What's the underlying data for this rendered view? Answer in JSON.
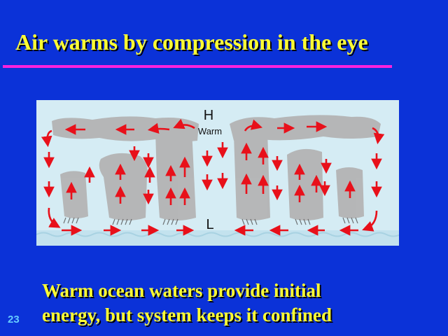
{
  "slide": {
    "title": "Air warms by compression in the eye",
    "caption_line1": "Warm ocean waters provide initial",
    "caption_line2": "energy, but system keeps it confined",
    "number": "23"
  },
  "diagram": {
    "pressure_top": "H",
    "warm_label": "Warm",
    "pressure_bottom": "L",
    "colors": {
      "background": "#0b32d8",
      "title": "#ffff33",
      "rule": "#ff22dd",
      "arrow": "#e8101a",
      "cloud": "#b4b4b4",
      "sky": "#d5ecf4"
    }
  }
}
